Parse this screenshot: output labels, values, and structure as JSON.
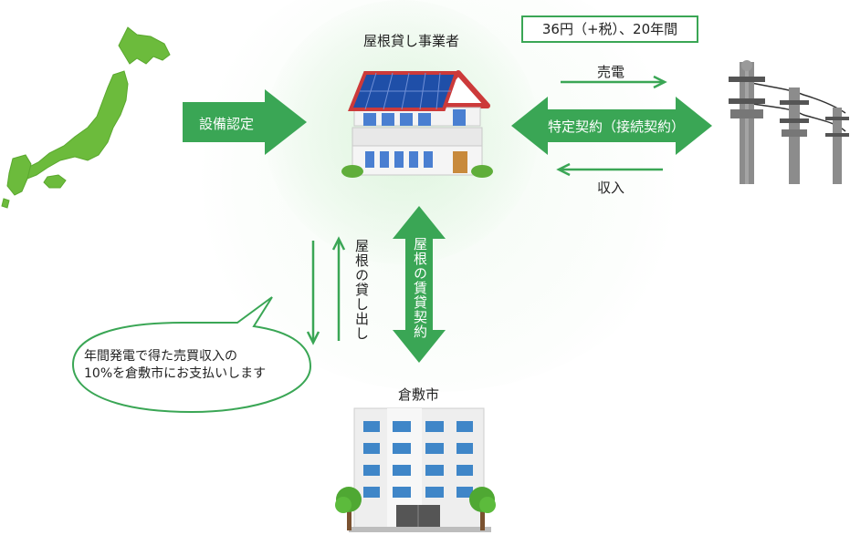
{
  "title_operator": "屋根貸し事業者",
  "price_box": "36円（+税）、20年間",
  "equipment_certification": "設備認定",
  "sales_label": "売電",
  "revenue_label": "収入",
  "specific_contract": "特定契約（接続契約）",
  "roof_lending": "屋根の貸し出し",
  "roof_lease_contract": "屋根の賃貸契約",
  "city_label": "倉敷市",
  "bubble_line1": "年間発電で得た売買収入の",
  "bubble_line2": "10%を倉敷市にお支払いします",
  "colors": {
    "green": "#3aa655",
    "japan_green": "#6cbb3c",
    "roof_blue": "#1f4fa8",
    "roof_red": "#cc3a3a"
  },
  "icons": [
    "japan-map-icon",
    "house-solar-icon",
    "utility-poles-icon",
    "city-building-icon",
    "tree-icon"
  ]
}
